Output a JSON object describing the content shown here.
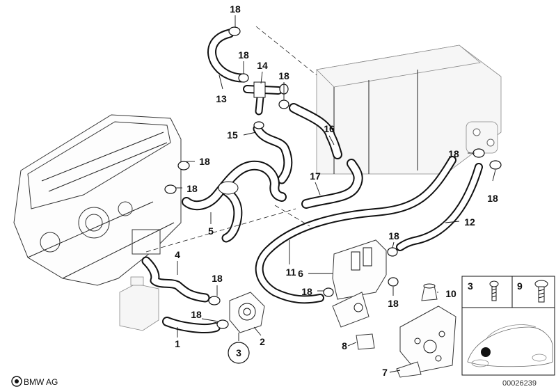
{
  "callouts": {
    "c1": "1",
    "c2": "2",
    "c3": "3",
    "c4": "4",
    "c5": "5",
    "c6": "6",
    "c7": "7",
    "c8": "8",
    "c10": "10",
    "c11": "11",
    "c12": "12",
    "c13": "13",
    "c14": "14",
    "c15": "15",
    "c16": "16",
    "c17": "17",
    "c18_top": "18",
    "c18_mid_left": "18",
    "c18_mid_right": "18",
    "c18_engine_a": "18",
    "c18_engine_b": "18",
    "c18_heater_a": "18",
    "c18_heater_b": "18",
    "c18_valve_top": "18",
    "c18_valve_left": "18",
    "c18_valve_right": "18",
    "c18_pump_a": "18",
    "c18_pump_b": "18"
  },
  "legend": {
    "item_a": "3",
    "item_b": "9"
  },
  "footer": {
    "brand": "BMW AG",
    "reference": "00026239"
  }
}
